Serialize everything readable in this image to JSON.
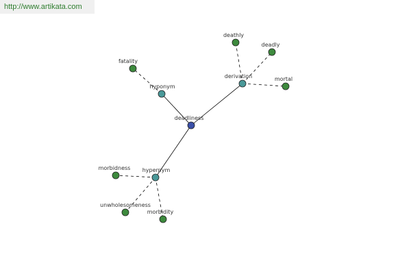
{
  "site_url": "http://www.artikata.com",
  "colors": {
    "center_node": "#3a4fa8",
    "relation_node": "#4a9999",
    "leaf_node": "#3d8a3d",
    "edge": "#000000"
  },
  "nodes": {
    "center": "deadliness",
    "hyponym": "hyponym",
    "derivation": "derivation",
    "hypernym": "hypernym",
    "fatality": "fatality",
    "deathly": "deathly",
    "deadly": "deadly",
    "mortal": "mortal",
    "morbidness": "morbidness",
    "unwholesomeness": "unwholesomeness",
    "morbidity": "morbidity"
  }
}
